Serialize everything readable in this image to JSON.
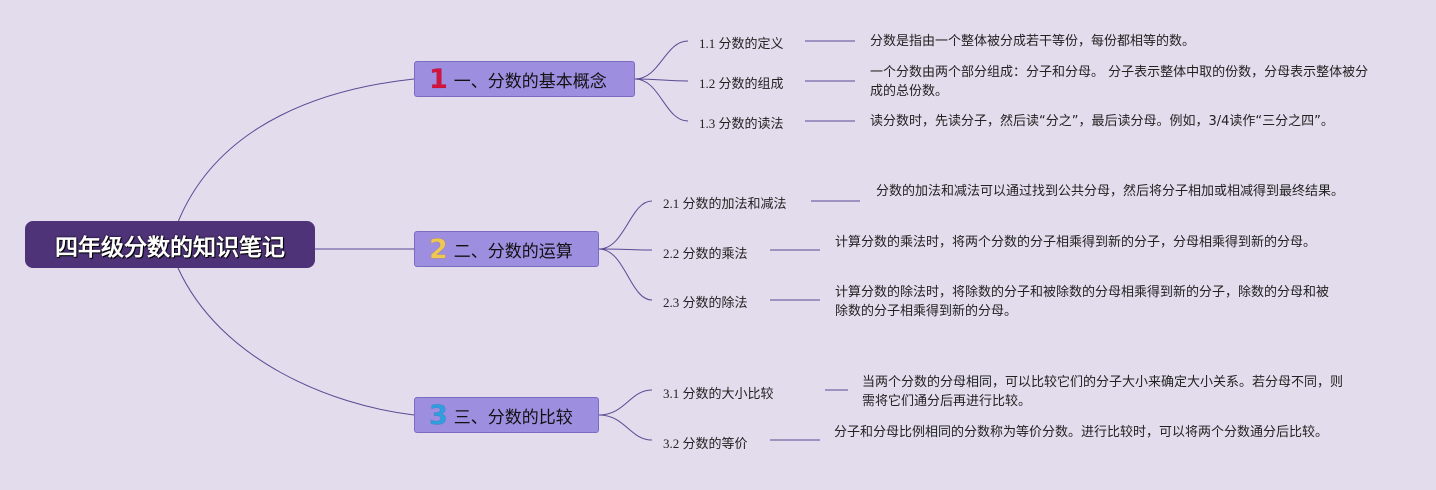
{
  "title": "四年级分数的知识笔记",
  "colors": {
    "background": "#e2dcec",
    "root": "#4f3378",
    "branch": "#9d8ee0",
    "line": "#5a4a94",
    "num1": "#d4143c",
    "num2": "#efc752",
    "num3": "#2f9fe0"
  },
  "branches": [
    {
      "number": "1",
      "label": "一、分数的基本概念",
      "items": [
        {
          "label": "1.1 分数的定义",
          "description": "分数是指由一个整体被分成若干等份，每份都相等的数。"
        },
        {
          "label": "1.2 分数的组成",
          "description": "一个分数由两个部分组成：分子和分母。 分子表示整体中取的份数，分母表示整体被分成的总份数。"
        },
        {
          "label": "1.3 分数的读法",
          "description": "读分数时，先读分子，然后读“分之”，最后读分母。例如，3/4读作“三分之四”。"
        }
      ]
    },
    {
      "number": "2",
      "label": "二、分数的运算",
      "items": [
        {
          "label": "2.1 分数的加法和减法",
          "description": "分数的加法和减法可以通过找到公共分母，然后将分子相加或相减得到最终结果。"
        },
        {
          "label": "2.2 分数的乘法",
          "description": "计算分数的乘法时，将两个分数的分子相乘得到新的分子，分母相乘得到新的分母。"
        },
        {
          "label": "2.3 分数的除法",
          "description": "计算分数的除法时，将除数的分子和被除数的分母相乘得到新的分子，除数的分母和被除数的分子相乘得到新的分母。"
        }
      ]
    },
    {
      "number": "3",
      "label": "三、分数的比较",
      "items": [
        {
          "label": "3.1 分数的大小比较",
          "description": "当两个分数的分母相同，可以比较它们的分子大小来确定大小关系。若分母不同，则需将它们通分后再进行比较。"
        },
        {
          "label": "3.2 分数的等价",
          "description": "分子和分母比例相同的分数称为等价分数。进行比较时，可以将两个分数通分后比较。"
        }
      ]
    }
  ]
}
